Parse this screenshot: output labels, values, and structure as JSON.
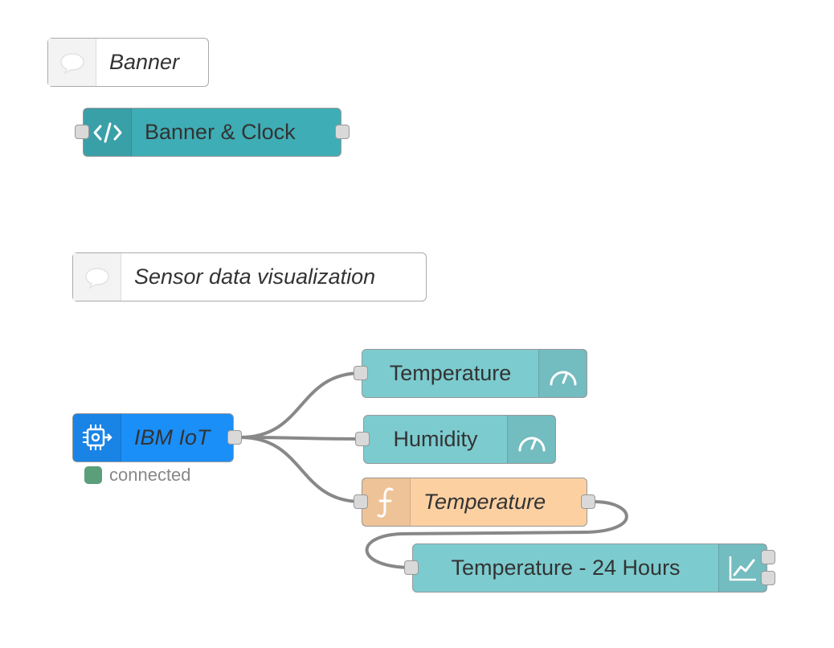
{
  "flow": {
    "nodes": {
      "banner_comment": {
        "label": "Banner",
        "type": "comment",
        "icon": "comment-icon"
      },
      "banner_clock": {
        "label": "Banner & Clock",
        "type": "ui_template",
        "icon": "code-icon"
      },
      "sensor_comment": {
        "label": "Sensor data visualization",
        "type": "comment",
        "icon": "comment-icon"
      },
      "ibm_iot": {
        "label": "IBM IoT",
        "type": "ibmiot-in",
        "icon": "chip-icon",
        "status": {
          "text": "connected",
          "color": "#5a9e7a"
        }
      },
      "gauge_temperature": {
        "label": "Temperature",
        "type": "ui_gauge",
        "icon": "gauge-icon"
      },
      "gauge_humidity": {
        "label": "Humidity",
        "type": "ui_gauge",
        "icon": "gauge-icon"
      },
      "function_temperature": {
        "label": "Temperature",
        "type": "function",
        "icon": "function-icon"
      },
      "chart_temperature": {
        "label": "Temperature - 24 Hours",
        "type": "ui_chart",
        "icon": "chart-icon"
      }
    },
    "wires": [
      {
        "from": "ibm_iot",
        "to": "gauge_temperature"
      },
      {
        "from": "ibm_iot",
        "to": "gauge_humidity"
      },
      {
        "from": "ibm_iot",
        "to": "function_temperature"
      },
      {
        "from": "function_temperature",
        "to": "chart_temperature"
      }
    ]
  },
  "colors": {
    "comment": "#ffffff",
    "template": "#3fadb5",
    "dashboard": "#7ccbcf",
    "function": "#fdd0a2",
    "ibmiot": "#1b8ff8",
    "wire": "#888888",
    "port": "#d9d9d9",
    "border": "#999999"
  }
}
